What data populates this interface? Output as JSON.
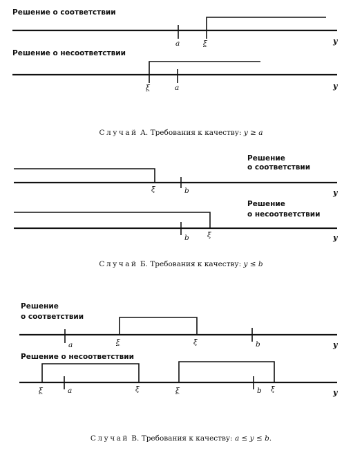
{
  "labels": {
    "conform": "Решение о соответствии",
    "nonconform": "Решение о несоответствии",
    "conform_l1": "Решение",
    "conform_l2": "о соответствии",
    "nonconform_l1": "Решение",
    "nonconform_l2": "о несоответствии"
  },
  "symbols": {
    "y": "y",
    "a": "a",
    "b": "b",
    "xi_low": "ξ",
    "xi_high": "ξ̄"
  },
  "captions": {
    "A": {
      "case": "Случай",
      "letter": "А.",
      "text": "Требования к качеству:",
      "formula": "y ≥ a"
    },
    "B": {
      "case": "Случай",
      "letter": "Б.",
      "text": "Требования к качеству:",
      "formula": "y ≤ b"
    },
    "C": {
      "case": "Случай",
      "letter": "В.",
      "text": "Требования к качеству:",
      "formula": "a ≤ y ≤ b."
    }
  }
}
